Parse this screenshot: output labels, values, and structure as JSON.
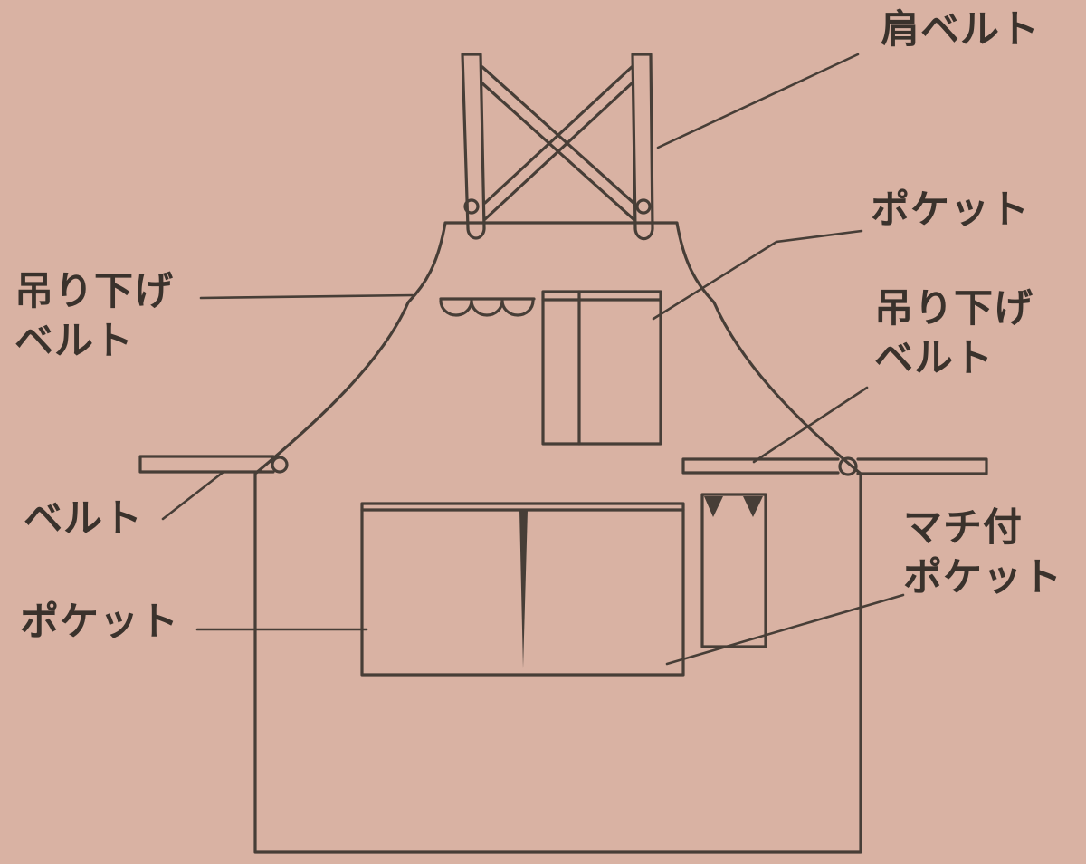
{
  "colors": {
    "bg": "#d9b2a3",
    "line": "#473e37",
    "text": "#3a322c"
  },
  "diagram_title": "apron parts diagram",
  "labels": {
    "shoulder_belt": "肩ベルト",
    "pocket_top": "ポケット",
    "hanging_belt_left_line1": "吊り下げ",
    "hanging_belt_left_line2": "ベルト",
    "hanging_belt_right_line1": "吊り下げ",
    "hanging_belt_right_line2": "ベルト",
    "belt": "ベルト",
    "gusset_pocket_line1": "マチ付",
    "gusset_pocket_line2": "ポケット",
    "pocket_bottom": "ポケット"
  }
}
